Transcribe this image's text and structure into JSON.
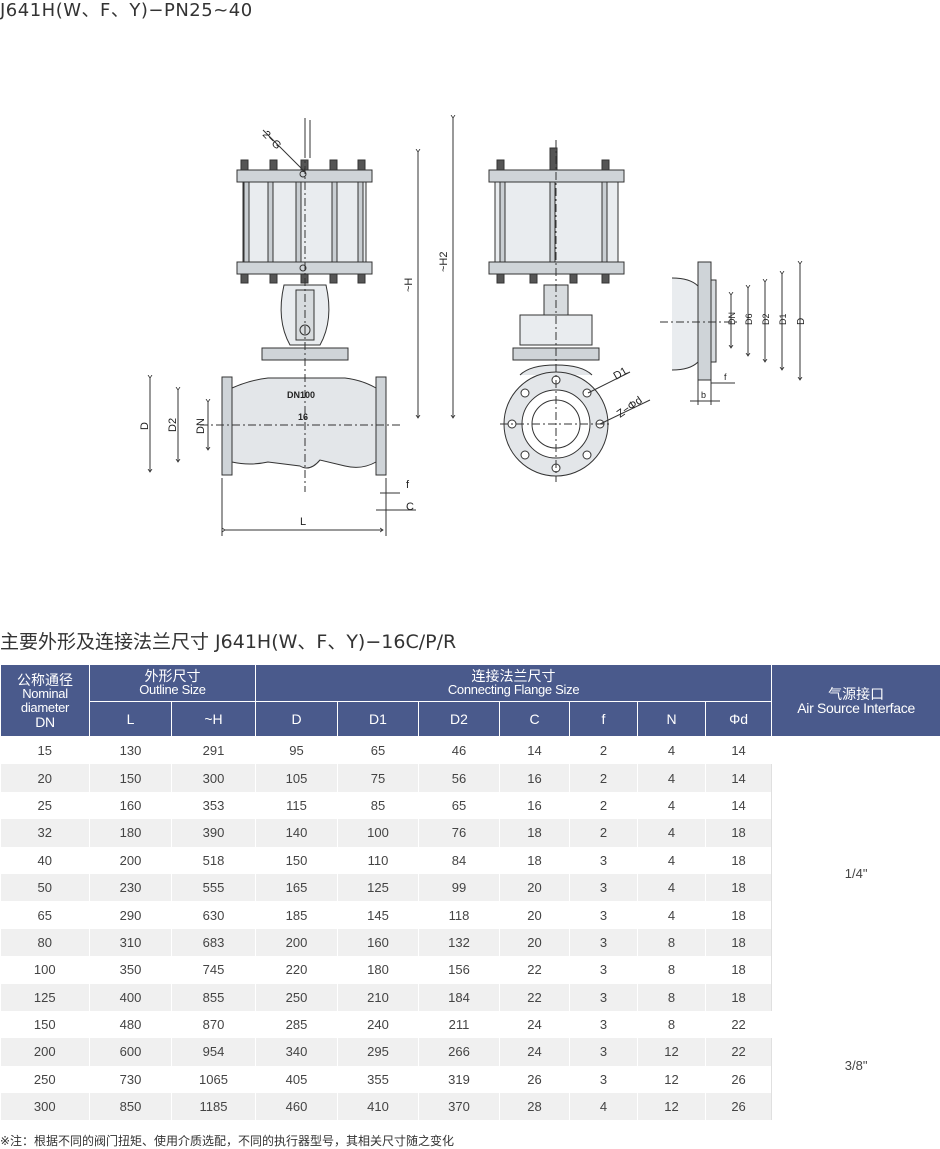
{
  "top_title": "J641H(W、F、Y)−PN25~40",
  "drawing": {
    "labels": {
      "g": "2−G",
      "h": "~H",
      "h2": "~H2",
      "d": "D",
      "d2": "D2",
      "dn": "DN",
      "l": "L",
      "f": "f",
      "c": "C",
      "body_dn": "DN100",
      "body_pn": "16",
      "d1": "D1",
      "zphid": "Z−Φd",
      "d6": "D6",
      "b": "b"
    }
  },
  "section_title": "主要外形及连接法兰尺寸 J641H(W、F、Y)−16C/P/R",
  "table": {
    "col_dn_zh": "公称通径",
    "col_dn_en1": "Nominal",
    "col_dn_en2": "diameter",
    "col_dn_en3": "DN",
    "group_outline_zh": "外形尺寸",
    "group_outline_en": "Outline Size",
    "group_flange_zh": "连接法兰尺寸",
    "group_flange_en": "Connecting Flange Size",
    "col_air_zh": "气源接口",
    "col_air_en": "Air Source Interface",
    "sub_headers": [
      "L",
      "~H",
      "D",
      "D1",
      "D2",
      "C",
      "f",
      "N",
      "Φd"
    ],
    "rows": [
      [
        "15",
        "130",
        "291",
        "95",
        "65",
        "46",
        "14",
        "2",
        "4",
        "14"
      ],
      [
        "20",
        "150",
        "300",
        "105",
        "75",
        "56",
        "16",
        "2",
        "4",
        "14"
      ],
      [
        "25",
        "160",
        "353",
        "115",
        "85",
        "65",
        "16",
        "2",
        "4",
        "14"
      ],
      [
        "32",
        "180",
        "390",
        "140",
        "100",
        "76",
        "18",
        "2",
        "4",
        "18"
      ],
      [
        "40",
        "200",
        "518",
        "150",
        "110",
        "84",
        "18",
        "3",
        "4",
        "18"
      ],
      [
        "50",
        "230",
        "555",
        "165",
        "125",
        "99",
        "20",
        "3",
        "4",
        "18"
      ],
      [
        "65",
        "290",
        "630",
        "185",
        "145",
        "118",
        "20",
        "3",
        "4",
        "18"
      ],
      [
        "80",
        "310",
        "683",
        "200",
        "160",
        "132",
        "20",
        "3",
        "8",
        "18"
      ],
      [
        "100",
        "350",
        "745",
        "220",
        "180",
        "156",
        "22",
        "3",
        "8",
        "18"
      ],
      [
        "125",
        "400",
        "855",
        "250",
        "210",
        "184",
        "22",
        "3",
        "8",
        "18"
      ],
      [
        "150",
        "480",
        "870",
        "285",
        "240",
        "211",
        "24",
        "3",
        "8",
        "22"
      ],
      [
        "200",
        "600",
        "954",
        "340",
        "295",
        "266",
        "24",
        "3",
        "12",
        "22"
      ],
      [
        "250",
        "730",
        "1065",
        "405",
        "355",
        "319",
        "26",
        "3",
        "12",
        "26"
      ],
      [
        "300",
        "850",
        "1185",
        "460",
        "410",
        "370",
        "28",
        "4",
        "12",
        "26"
      ]
    ],
    "air_1": "1/4\"",
    "air_2": "3/8\""
  },
  "footnote": "※注：根据不同的阀门扭矩、使用介质选配，不同的执行器型号，其相关尺寸随之变化"
}
